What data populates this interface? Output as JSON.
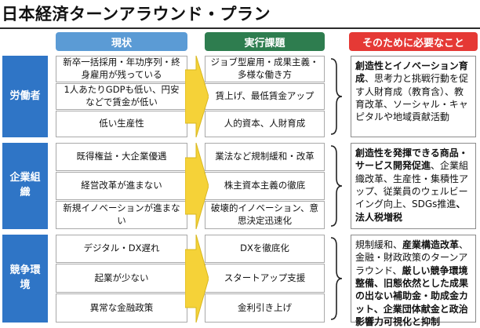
{
  "title": "日本経済ターンアラウンド・プラン",
  "headers": {
    "genjo": "現状",
    "kadai": "実行課題",
    "need": "そのために必要なこと"
  },
  "rows": [
    {
      "label": "労働者",
      "genjo": [
        "新卒一括採用・年功序列・終身雇用が残っている",
        "1人あたりGDPも低い、円安などで賃金が低い",
        "低い生産性"
      ],
      "kadai": [
        "ジョブ型雇用・成果主義・多様な働き方",
        "賃上げ、最低賃金アップ",
        "人的資本、人財育成"
      ],
      "need": [
        {
          "t": "創造性とイノベーション育成",
          "b": true
        },
        {
          "t": "、思考力と挑戦行動を促す人財育成（教育含）、教育改革、ソーシャル・キャピタルや地域貢献活動",
          "b": false
        }
      ]
    },
    {
      "label": "企業組織",
      "genjo": [
        "既得権益・大企業優遇",
        "経営改革が進まない",
        "新規イノベーションが進まない"
      ],
      "kadai": [
        "業法など規制緩和・改革",
        "株主資本主義の徹底",
        "破壊的イノベーション、意思決定迅速化"
      ],
      "need": [
        {
          "t": "創造性を発揮できる商品・サービス開発促進",
          "b": true
        },
        {
          "t": "、企業組織改革、生産性・集積性アップ、従業員のウェルビーイング向上、SDGs推進",
          "b": false
        },
        {
          "t": "、法人税増税",
          "b": true
        }
      ]
    },
    {
      "label": "競争環境",
      "genjo": [
        "デジタル・DX遅れ",
        "起業が少ない",
        "異常な金融政策"
      ],
      "kadai": [
        "DXを徹底化",
        "スタートアップ支援",
        "金利引き上げ"
      ],
      "need": [
        {
          "t": "規制緩和、",
          "b": false
        },
        {
          "t": "産業構造改革",
          "b": true
        },
        {
          "t": "、金融・財政政策のターンアラウンド、",
          "b": false
        },
        {
          "t": "厳しい競争環境整備、旧態依然とした成果の出ない補助金・助成金カット、企業団体献金と政治影響力可視化と抑制",
          "b": true
        }
      ]
    }
  ],
  "colors": {
    "genjo_header": "#5b9bd5",
    "kadai_header": "#2e7d4f",
    "need_header": "#e53935",
    "row_label": "#2f75c6",
    "arrow": "#f5d238"
  }
}
